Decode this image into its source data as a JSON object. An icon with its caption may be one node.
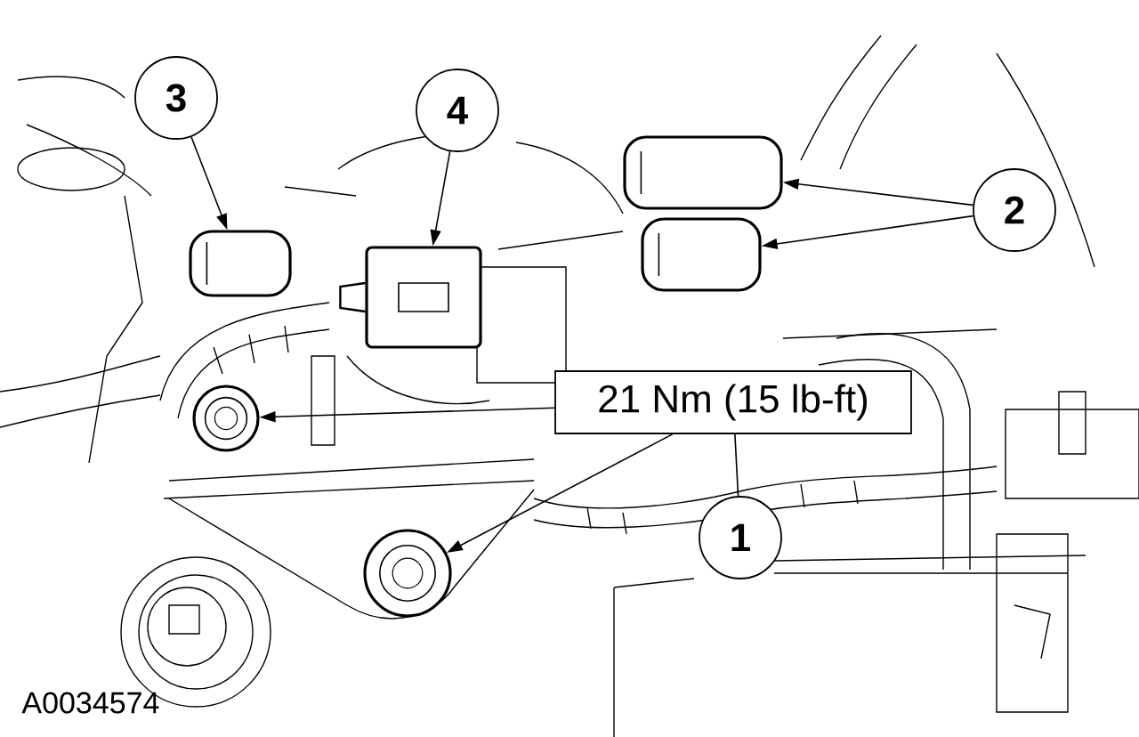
{
  "diagram": {
    "nodes": [
      {
        "text": [
          "3"
        ]
      },
      {
        "text": [
          "4"
        ]
      },
      {
        "text": [
          "2"
        ]
      },
      {
        "text": [
          "21 Nm (15 lb-ft)"
        ]
      },
      {
        "text": [
          "1"
        ]
      },
      {
        "text": [],
        "shape": "picture"
      },
      {
        "text": [],
        "shape": "picture"
      },
      {
        "text": [],
        "shape": "picture"
      },
      {
        "text": [],
        "shape": "picture"
      },
      {
        "text": [],
        "shape": "picture"
      },
      {
        "text": [],
        "shape": "picture"
      }
    ],
    "edges": [
      {
        "from": 0,
        "to": 5,
        "arrow": "to"
      },
      {
        "from": 1,
        "to": 6,
        "arrow": "to"
      },
      {
        "from": 2,
        "to": 7,
        "arrow": "to"
      },
      {
        "from": 2,
        "to": 8,
        "arrow": "to"
      },
      {
        "from": 3,
        "to": 9,
        "arrow": "to"
      },
      {
        "from": 3,
        "to": 10,
        "arrow": "to"
      },
      {
        "from": 4,
        "to": 3,
        "arrow": "none"
      }
    ],
    "labels": [
      "A0034574"
    ]
  }
}
